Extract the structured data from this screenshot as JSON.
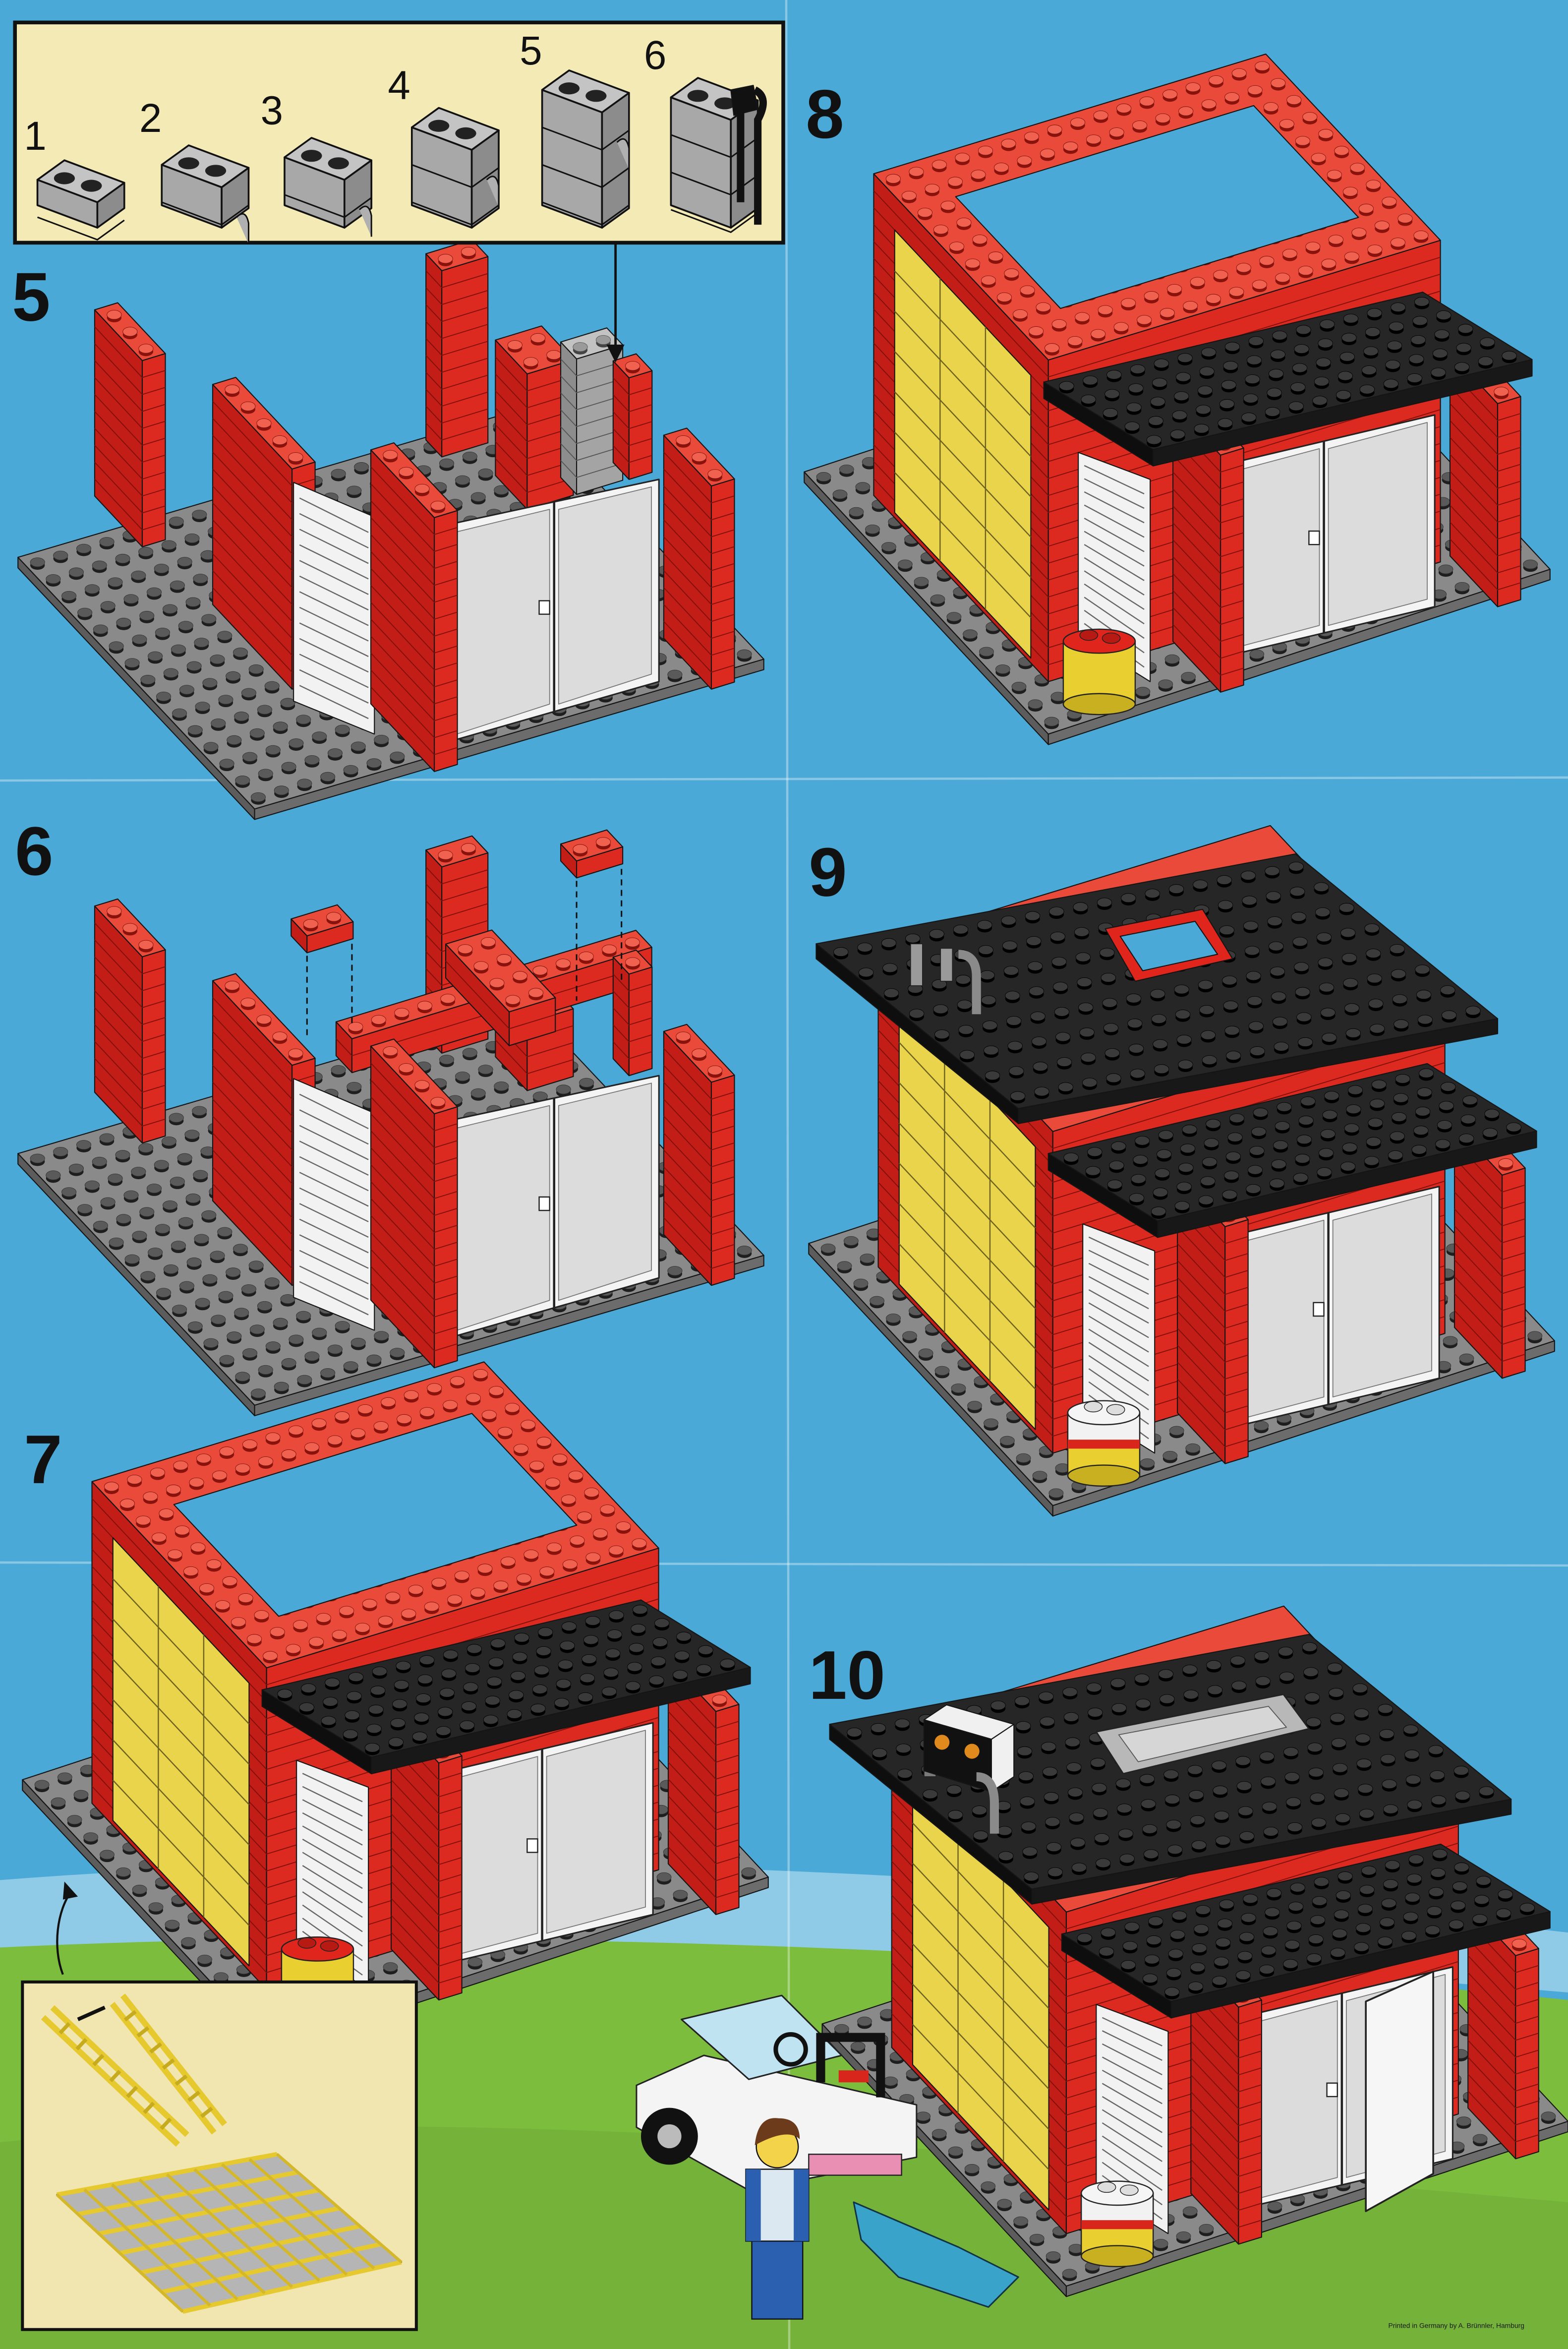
{
  "parts_inset": {
    "labels": [
      "1",
      "2",
      "3",
      "4",
      "5",
      "6"
    ]
  },
  "steps": [
    {
      "number": "5"
    },
    {
      "number": "8"
    },
    {
      "number": "6"
    },
    {
      "number": "9"
    },
    {
      "number": "7"
    },
    {
      "number": "10"
    }
  ],
  "credit": "Printed in Germany by A. Brünnler, Hamburg",
  "colors": {
    "sky": "#4aa9d6",
    "grass": "#7cbd3e",
    "brick_red": "#dc2a20",
    "roof_black": "#1c1c1c",
    "baseplate_grey": "#8a8a8a",
    "door_yellow": "#e9d44c",
    "inset_paper": "#f4eab5"
  }
}
